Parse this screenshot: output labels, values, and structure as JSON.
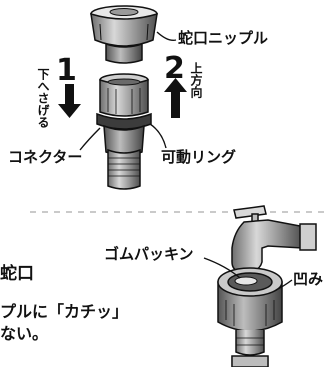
{
  "labels": {
    "faucet_nipple": "蛇口ニップル",
    "connector": "コネクター",
    "movable_ring": "可動リング",
    "rubber_packing": "ゴムパッキン",
    "recess": "凹み"
  },
  "steps": {
    "step1_number": "1",
    "step1_text": "下へさげる",
    "step2_number": "2",
    "step2_text": "上方向"
  },
  "body_text": {
    "line1": "蛇口",
    "line2": "プルに「カチッ」",
    "line3": "ない。"
  },
  "icons": [
    "down-arrow-icon",
    "up-arrow-icon"
  ],
  "colors": {
    "ink": "#111111",
    "dark_gray": "#4a4a4a",
    "mid_gray": "#8a8a8a",
    "light_gray": "#d6d6d6",
    "background": "#ffffff"
  }
}
